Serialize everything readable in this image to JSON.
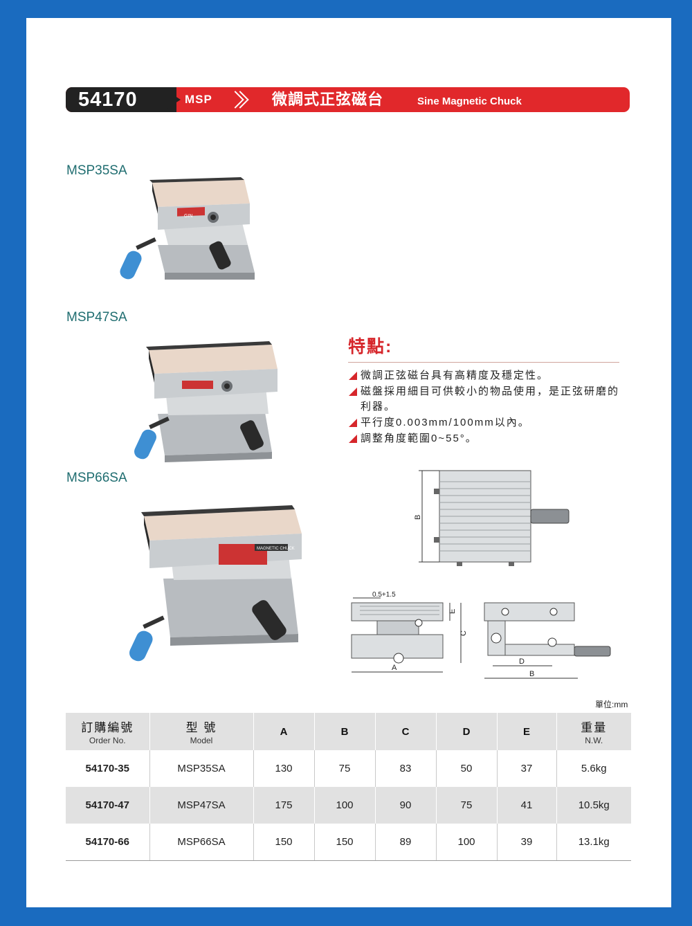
{
  "header": {
    "code": "54170",
    "series": "MSP",
    "title_zh": "微調式正弦磁台",
    "title_en": "Sine Magnetic Chuck"
  },
  "models": [
    {
      "label": "MSP35SA"
    },
    {
      "label": "MSP47SA"
    },
    {
      "label": "MSP66SA"
    }
  ],
  "product_image": {
    "brand_text": "GIN",
    "plate_text": "MAGNETIC CHUCK"
  },
  "features": {
    "title": "特點:",
    "items": [
      "微調正弦磁台具有高精度及穩定性。",
      "磁盤採用細目可供較小的物品使用，是正弦研磨的利器。",
      "平行度0.003mm/100mm以內。",
      "調整角度範圍0~55°。"
    ]
  },
  "drawing": {
    "label_b": "B",
    "label_a": "A",
    "label_c": "C",
    "label_d": "D",
    "label_e": "E",
    "label_tol": "0.5+1.5"
  },
  "unit_label": "單位:mm",
  "table": {
    "headers": [
      {
        "zh": "訂購編號",
        "en": "Order No."
      },
      {
        "zh": "型 號",
        "en": "Model"
      },
      {
        "single": "A"
      },
      {
        "single": "B"
      },
      {
        "single": "C"
      },
      {
        "single": "D"
      },
      {
        "single": "E"
      },
      {
        "zh": "重量",
        "en": "N.W."
      }
    ],
    "rows": [
      [
        "54170-35",
        "MSP35SA",
        "130",
        "75",
        "83",
        "50",
        "37",
        "5.6kg"
      ],
      [
        "54170-47",
        "MSP47SA",
        "175",
        "100",
        "90",
        "75",
        "41",
        "10.5kg"
      ],
      [
        "54170-66",
        "MSP66SA",
        "150",
        "150",
        "89",
        "100",
        "39",
        "13.1kg"
      ]
    ]
  }
}
